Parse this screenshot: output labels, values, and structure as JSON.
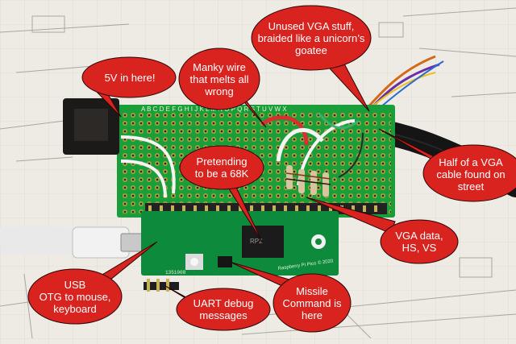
{
  "callouts": {
    "power": "5V in here!",
    "vga_unused": "Unused VGA stuff,\nbraided like a unicorn’s\ngoatee",
    "manky_wire": "Manky wire\nthat melts all\nwrong",
    "pretending": "Pretending\nto be a 68K",
    "vga_cable": "Half of a VGA\ncable found on\nstreet",
    "vga_data": "VGA data,\nHS, VS",
    "usb": "USB\nOTG to mouse,\nkeyboard",
    "uart": "UART debug\nmessages",
    "missile": "Missile\nCommand is\nhere"
  },
  "board": {
    "column_letters": "A B C D E F G H I J K L M N O P Q R S T U V W X",
    "pico_label": "Raspberry Pi Pico © 2020",
    "pico_code": "RP2",
    "chip_code": "1351008"
  },
  "colors": {
    "callout_fill": "#d8231f",
    "callout_stroke": "#2a0505",
    "pcb_green": "#1a9e3a",
    "pico_green": "#0d8a3c",
    "paper": "#eeebe4"
  }
}
